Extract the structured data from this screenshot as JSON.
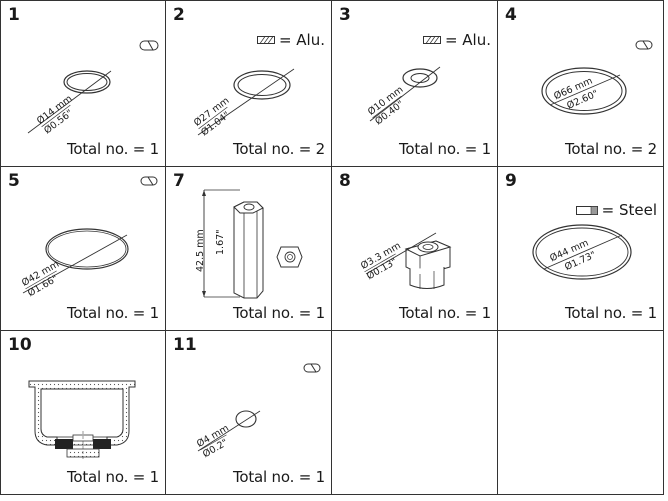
{
  "cells": [
    {
      "number": "1",
      "dims": [
        "Ø14 mm",
        "Ø0.56\""
      ],
      "total": "Total no. = 1"
    },
    {
      "number": "2",
      "dims": [
        "Ø27 mm",
        "Ø1.04\""
      ],
      "total": "Total no. = 2",
      "material": "= Alu."
    },
    {
      "number": "3",
      "dims": [
        "Ø10 mm",
        "Ø0.40\""
      ],
      "total": "Total no. = 1",
      "material": "= Alu."
    },
    {
      "number": "4",
      "dims": [
        "Ø66 mm",
        "Ø2.60\""
      ],
      "total": "Total no. = 2"
    },
    {
      "number": "5",
      "dims": [
        "Ø42 mm",
        "Ø1.66\""
      ],
      "total": "Total no. = 1"
    },
    {
      "number": "7",
      "dims": [
        "42.5 mm",
        "1.67\""
      ],
      "total": "Total no. = 1"
    },
    {
      "number": "8",
      "dims": [
        "Ø3.3 mm",
        "Ø0.13\""
      ],
      "total": "Total no. = 1"
    },
    {
      "number": "9",
      "dims": [
        "Ø44 mm",
        "Ø1.73\""
      ],
      "total": "Total no. = 1",
      "material": "= Steel"
    },
    {
      "number": "10",
      "total": "Total no. = 1"
    },
    {
      "number": "11",
      "dims": [
        "Ø4 mm",
        "Ø0.2\""
      ],
      "total": "Total no. = 1"
    }
  ],
  "icons": {
    "oring": "o-ring-section-icon",
    "alu": "aluminium-hatch-icon",
    "steel": "steel-bar-icon"
  }
}
